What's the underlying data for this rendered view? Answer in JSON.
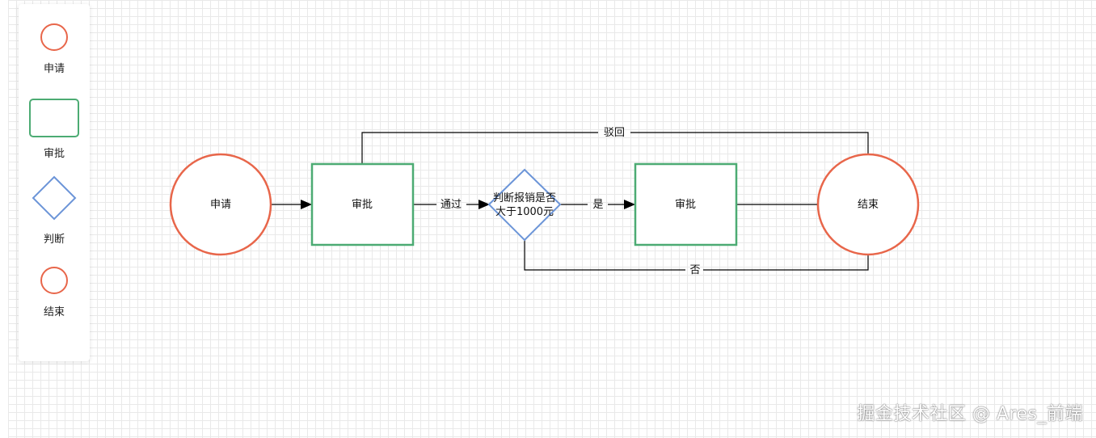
{
  "palette": {
    "items": [
      {
        "label": "申请",
        "icon": "start-circle-icon"
      },
      {
        "label": "审批",
        "icon": "approval-rect-icon"
      },
      {
        "label": "判断",
        "icon": "decision-diamond-icon"
      },
      {
        "label": "结束",
        "icon": "end-circle-icon"
      }
    ]
  },
  "diagram": {
    "nodes": {
      "start": "申请",
      "approve1": "审批",
      "decision_line1": "判断报销是否",
      "decision_line2": "大于1000元",
      "approve2": "审批",
      "end": "结束"
    },
    "edges": {
      "pass": "通过",
      "yes": "是",
      "no": "否",
      "reject": "驳回"
    }
  },
  "colors": {
    "circle_stroke": "#e8664a",
    "rect_stroke": "#4cab73",
    "diamond_stroke": "#6c95d8",
    "edge_stroke": "#000000"
  },
  "watermark": "掘金技术社区 @ Ares_前端"
}
